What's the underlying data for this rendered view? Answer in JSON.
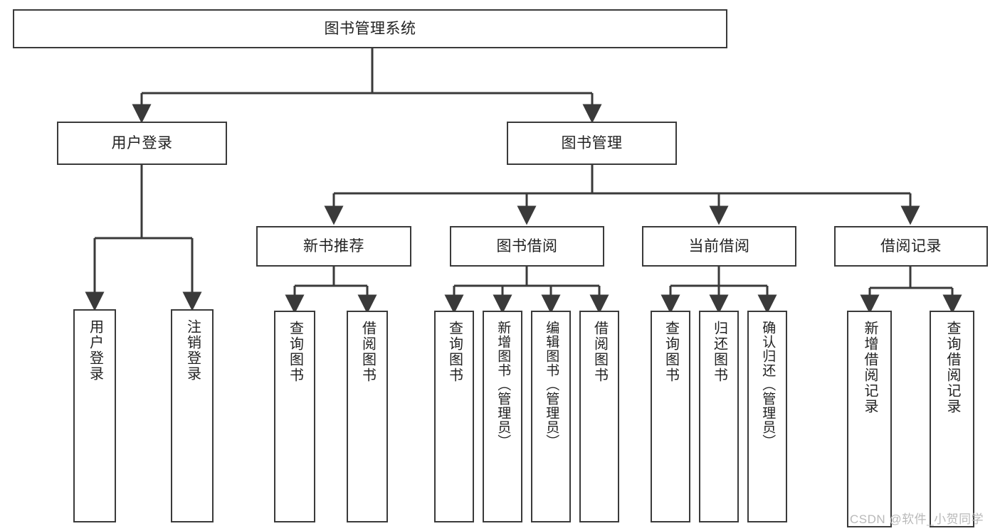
{
  "diagram": {
    "title": "图书管理系统",
    "type": "tree",
    "background_color": "#ffffff",
    "node_border_color": "#3a3a3a",
    "node_fill_color": "#ffffff",
    "text_color": "#222222",
    "connector_color": "#3a3a3a"
  },
  "root": {
    "label": "图书管理系统"
  },
  "level2": [
    {
      "label": "用户登录"
    },
    {
      "label": "图书管理"
    }
  ],
  "level3": [
    {
      "label": "新书推荐"
    },
    {
      "label": "图书借阅"
    },
    {
      "label": "当前借阅"
    },
    {
      "label": "借阅记录"
    }
  ],
  "leaves": {
    "user_login": [
      {
        "label": "用户登录"
      },
      {
        "label": "注销登录"
      }
    ],
    "new_book_recommend": [
      {
        "label": "查询图书"
      },
      {
        "label": "借阅图书"
      }
    ],
    "book_borrow": [
      {
        "label": "查询图书"
      },
      {
        "label": "新增图书（管理员）"
      },
      {
        "label": "编辑图书（管理员）"
      },
      {
        "label": "借阅图书"
      }
    ],
    "current_borrow": [
      {
        "label": "查询图书"
      },
      {
        "label": "归还图书"
      },
      {
        "label": "确认归还（管理员）"
      }
    ],
    "borrow_record": [
      {
        "label": "新增借阅记录"
      },
      {
        "label": "查询借阅记录"
      }
    ]
  },
  "watermark": {
    "text": "CSDN @软件_小贺同学"
  }
}
